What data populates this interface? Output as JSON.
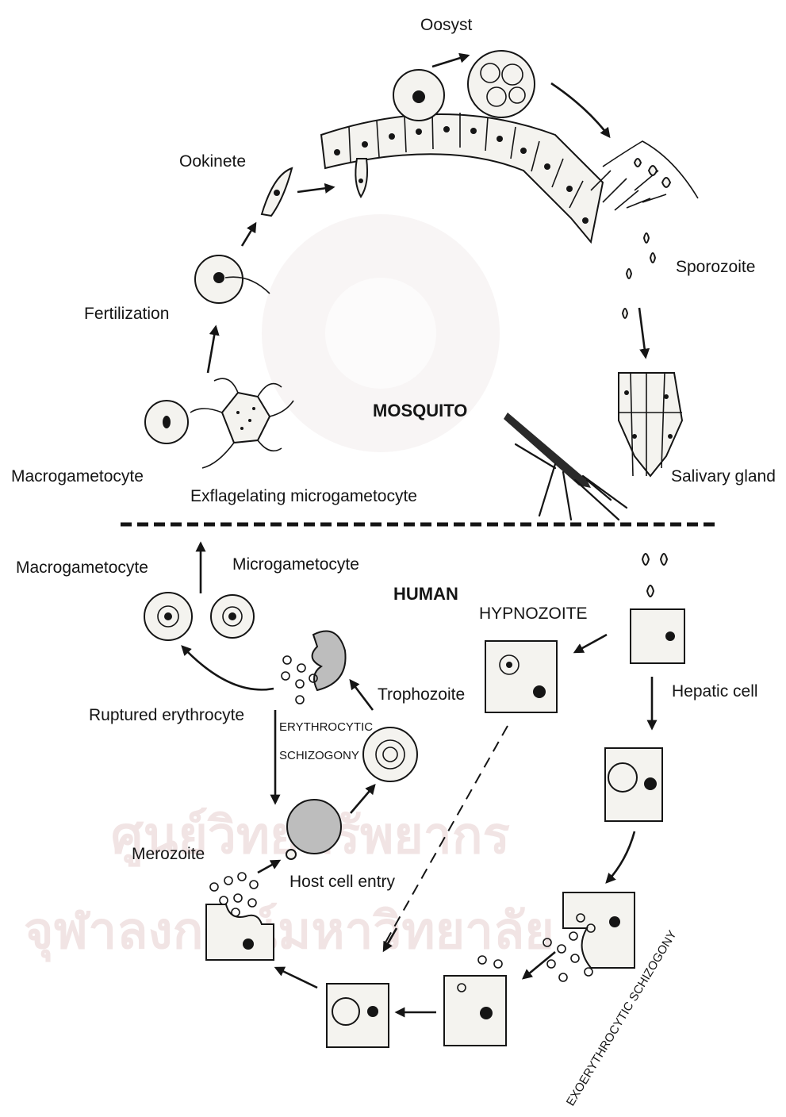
{
  "diagram": {
    "title": "",
    "sections": {
      "mosquito": "MOSQUITO",
      "human": "HUMAN"
    },
    "labels": {
      "oosyst": "Oosyst",
      "ookinete": "Ookinete",
      "fertilization": "Fertilization",
      "sporozoite": "Sporozoite",
      "macrogametocyte_top": "Macrogametocyte",
      "exflagelating": "Exflagelating microgametocyte",
      "salivary_gland": "Salivary gland",
      "macrogametocyte_human": "Macrogametocyte",
      "microgametocyte": "Microgametocyte",
      "hypnozoite": "HYPNOZOITE",
      "trophozoite": "Trophozoite",
      "hepatic_cell": "Hepatic cell",
      "ruptured_erythrocyte": "Ruptured erythrocyte",
      "erythrocytic_line1": "ERYTHROCYTIC",
      "erythrocytic_line2": "SCHIZOGONY",
      "merozoite": "Merozoite",
      "host_cell_entry": "Host cell entry",
      "exoerythrocytic": "EXOERYTHROCYTIC SCHIZOGONY"
    },
    "watermark": {
      "line1": "ศูนย์วิทยทรัพยากร",
      "line2": "จุฬาลงกรณ์มหาวิทยาลัย"
    },
    "colors": {
      "ink": "#151515",
      "cell_fill": "#f4f3ef",
      "shaded_cell": "#bdbdbd",
      "watermark": "#f1e4e4"
    }
  }
}
